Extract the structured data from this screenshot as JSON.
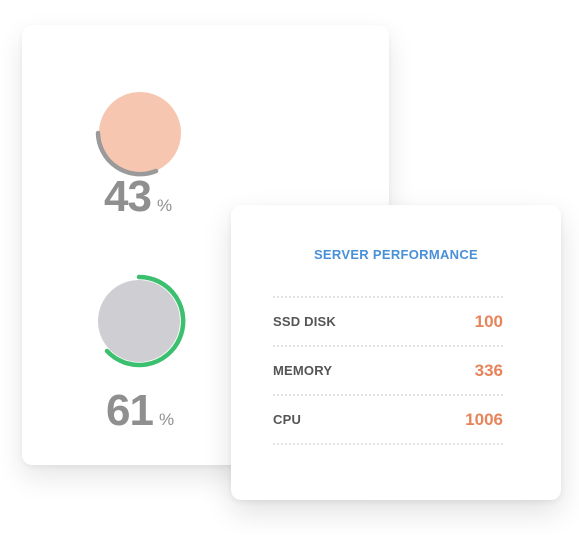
{
  "colors": {
    "gauge1_fill": "#f6c6b0",
    "gauge1_ring": "#9a9a9a",
    "gauge2_fill": "#cfcfd3",
    "gauge2_ring": "#3cc06f",
    "metric_text": "#8f8f8f",
    "title_blue": "#4a90d9",
    "value_orange": "#e8845a"
  },
  "gauges": [
    {
      "value": "43",
      "unit": "%",
      "percent": 43
    },
    {
      "value": "61",
      "unit": "%",
      "percent": 61
    }
  ],
  "server": {
    "title": "SERVER PERFORMANCE",
    "rows": [
      {
        "label": "SSD DISK",
        "value": "100"
      },
      {
        "label": "MEMORY",
        "value": "336"
      },
      {
        "label": "CPU",
        "value": "1006"
      }
    ]
  }
}
